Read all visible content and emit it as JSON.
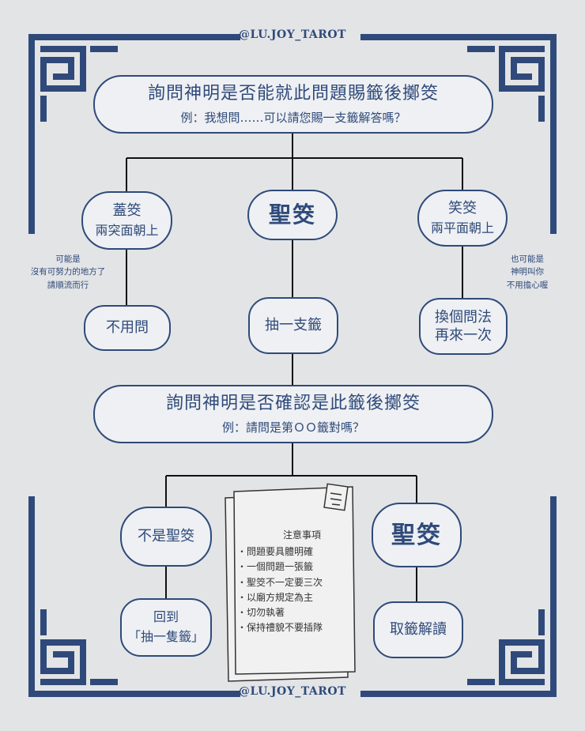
{
  "watermark": "@LU.JOY_TAROT",
  "step1": {
    "title": "詢問神明是否能就此問題賜籤後擲筊",
    "example": "例：我想問……可以請您賜一支籤解答嗎？"
  },
  "outcomes1": {
    "gai": {
      "name": "蓋筊",
      "desc": "兩突面朝上"
    },
    "sheng": {
      "name": "聖筊"
    },
    "xiao": {
      "name": "笑筊",
      "desc": "兩平面朝上"
    }
  },
  "notes_side": {
    "left": [
      "可能是",
      "沒有可努力的地方了",
      "請順流而行"
    ],
    "right": [
      "也可能是",
      "神明叫你",
      "不用擔心喔"
    ]
  },
  "results1": {
    "no_need": "不用問",
    "draw": "抽一支籤",
    "retry": [
      "換個問法",
      "再來一次"
    ]
  },
  "step2": {
    "title": "詢問神明是否確認是此籤後擲筊",
    "example": "例：請問是第ＯＯ籤對嗎？"
  },
  "outcomes2": {
    "not": "不是聖筊",
    "yes": "聖筊"
  },
  "results2": {
    "back": [
      "回到",
      "「抽一隻籤」"
    ],
    "read": "取籤解讀"
  },
  "notice": {
    "title": "注意事項",
    "items": [
      "問題要具體明確",
      "一個問題一張籤",
      "聖筊不一定要三次",
      "以廟方規定為主",
      "切勿執著",
      "保持禮貌不要插隊"
    ]
  },
  "colors": {
    "primary": "#2f4a7a",
    "background": "#e3e4e6"
  }
}
